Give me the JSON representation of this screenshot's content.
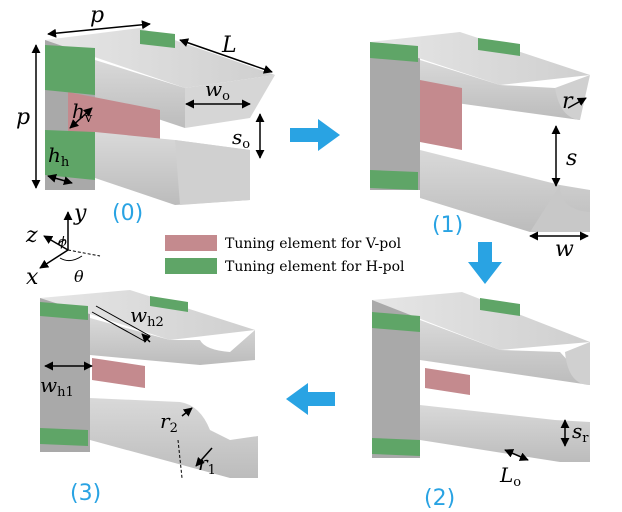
{
  "stages": [
    {
      "id": "0",
      "label": "(0)"
    },
    {
      "id": "1",
      "label": "(1)"
    },
    {
      "id": "2",
      "label": "(2)"
    },
    {
      "id": "3",
      "label": "(3)"
    }
  ],
  "legend": {
    "vpol": {
      "text": "Tuning element for V-pol",
      "color": "#c48a8e"
    },
    "hpol": {
      "text": "Tuning element for H-pol",
      "color": "#5fa567"
    }
  },
  "params": {
    "p_top": "p",
    "p_side": "p",
    "L": "L",
    "wo_main": "w",
    "wo_sub": "o",
    "hv_main": "h",
    "hv_sub": "v",
    "hh_main": "h",
    "hh_sub": "h",
    "so_main": "s",
    "so_sub": "o",
    "r": "r",
    "s": "s",
    "w": "w",
    "sr_main": "s",
    "sr_sub": "r",
    "Lo_main": "L",
    "Lo_sub": "o",
    "wh2_main": "w",
    "wh2_sub": "h2",
    "wh1_main": "w",
    "wh1_sub": "h1",
    "r2_main": "r",
    "r2_sub": "2",
    "r1_main": "r",
    "r1_sub": "1"
  },
  "axes": {
    "x": "x",
    "y": "y",
    "z": "z",
    "phi": "ϕ",
    "theta": "θ"
  },
  "colors": {
    "arrow": "#29a3e3",
    "body": "#d4d4d4",
    "vpol": "#c48a8e",
    "hpol": "#5fa567"
  }
}
